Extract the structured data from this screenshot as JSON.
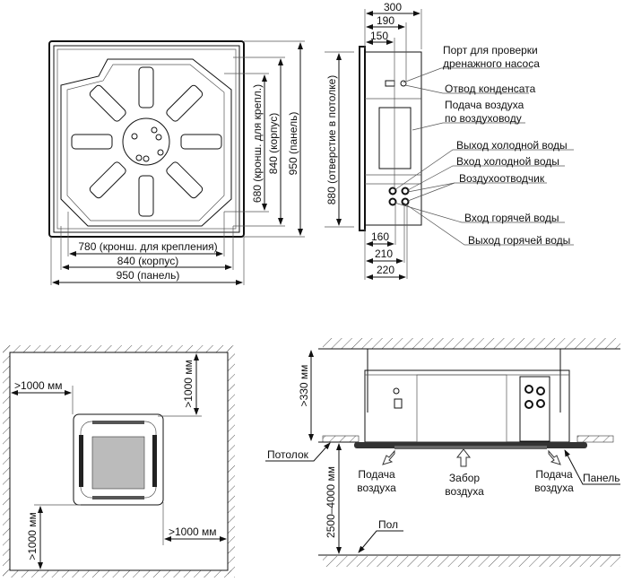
{
  "top_view": {
    "dim_680": "680 (кронш. для крепл.)",
    "dim_840_v": "840  (корпус)",
    "dim_950_v": "950  (панель)",
    "dim_880": "880 (отверстие в потолке)",
    "dim_780": "780 (кронш. для крепления)",
    "dim_840_h": "840  (корпус)",
    "dim_950_h": "950  (панель)"
  },
  "side_view": {
    "dim_300": "300",
    "dim_190": "190",
    "dim_150": "150",
    "dim_160": "160",
    "dim_210": "210",
    "dim_220": "220",
    "labels": [
      "Порт для проверки",
      "дренажного насоса",
      "Отвод конденсата",
      "Подача воздуха",
      "по воздуховоду",
      "Выход холодной воды",
      "Вход холодной воды",
      "Воздухоотводчик",
      "Вход горячей воды",
      "Выход горячей воды"
    ]
  },
  "clearance": {
    "left": ">1000 мм",
    "top": ">1000 мм",
    "bottom": ">1000 мм",
    "right": ">1000 мм"
  },
  "installation": {
    "min_top": ">330 мм",
    "height": "2500–4000 мм",
    "ceiling": "Потолок",
    "floor": "Пол",
    "panel": "Панель",
    "supply_left": [
      "Подача",
      "воздуха"
    ],
    "intake": [
      "Забор",
      "воздуха"
    ],
    "supply_right": [
      "Подача",
      "воздуха"
    ]
  }
}
